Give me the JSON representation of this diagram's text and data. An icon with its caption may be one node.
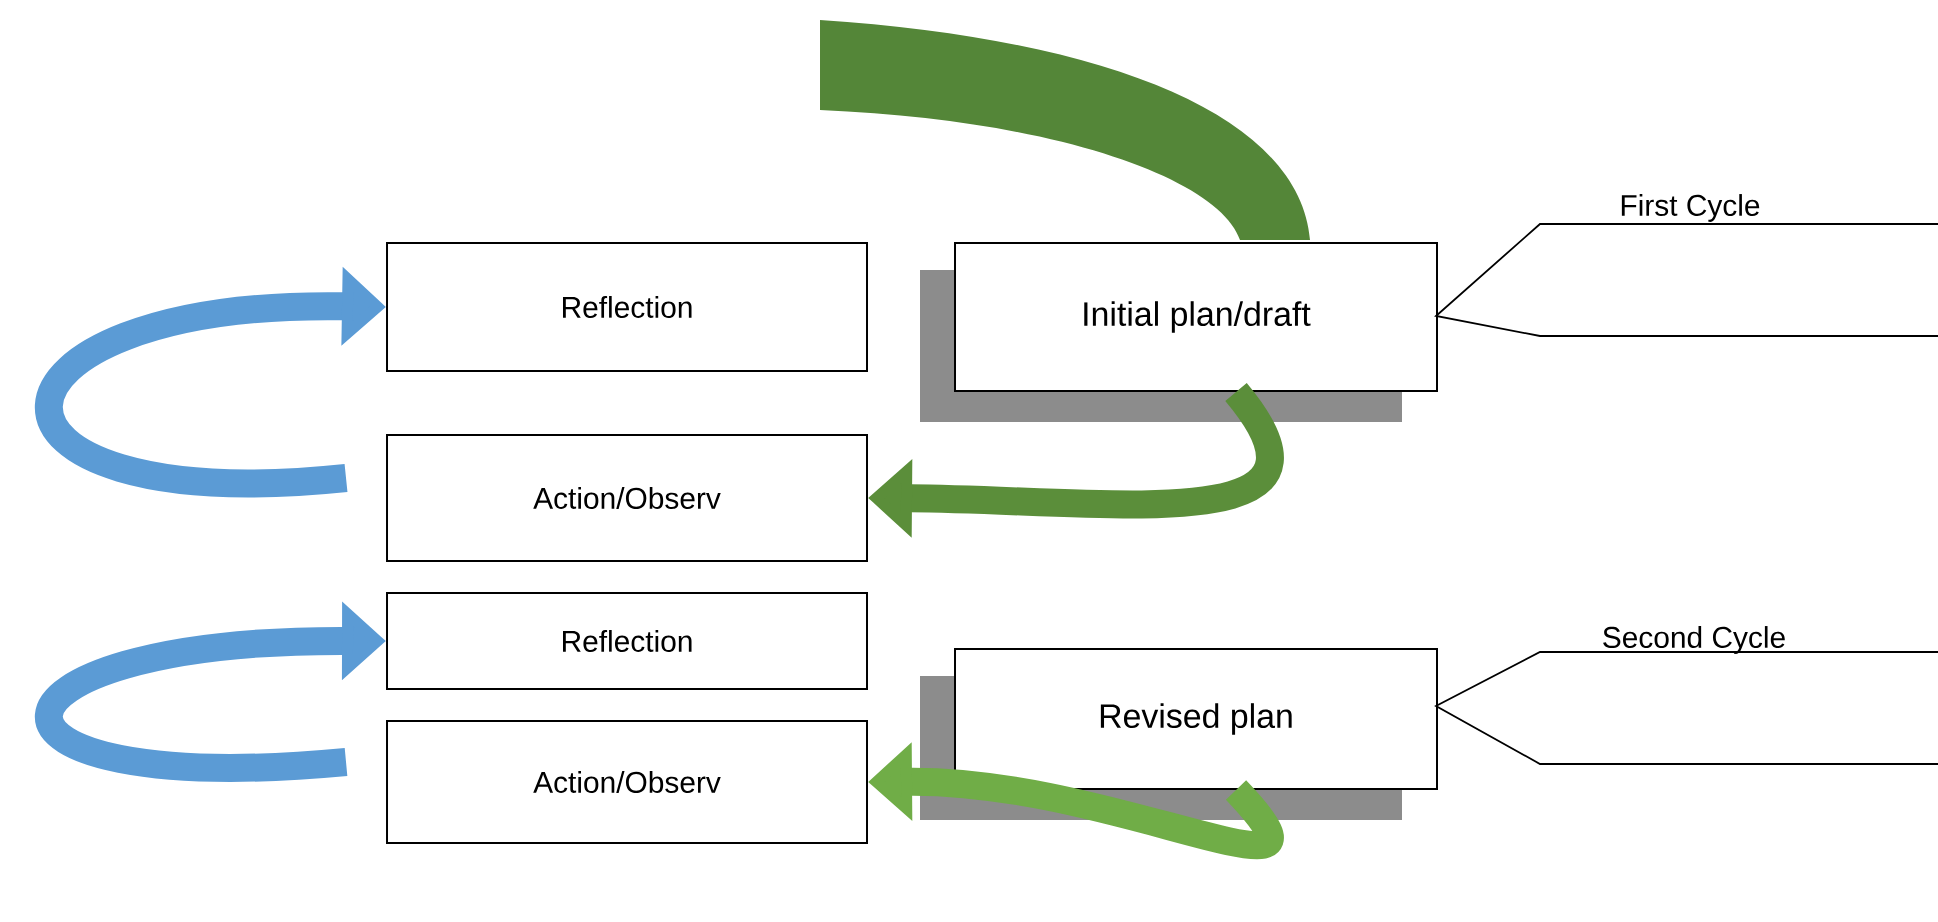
{
  "diagram": {
    "nodes": [
      {
        "text": [
          "Reflection"
        ]
      },
      {
        "text": [
          "Action/Observ"
        ]
      },
      {
        "text": [
          "Reflection"
        ]
      },
      {
        "text": [
          "Action/Observ"
        ]
      },
      {
        "text": [
          "Initial plan/draft"
        ]
      },
      {
        "text": [
          "Revised plan"
        ]
      }
    ],
    "edges": [
      {
        "from": 1,
        "to": 0,
        "arrow": "to"
      },
      {
        "from": 3,
        "to": 2,
        "arrow": "to"
      },
      {
        "from": 4,
        "to": 1,
        "arrow": "to",
        "color": "#5b8e3a"
      },
      {
        "from": 5,
        "to": 3,
        "arrow": "to",
        "color": "#70ad47"
      }
    ],
    "labels": [
      "First Cycle",
      "Second Cycle"
    ]
  }
}
